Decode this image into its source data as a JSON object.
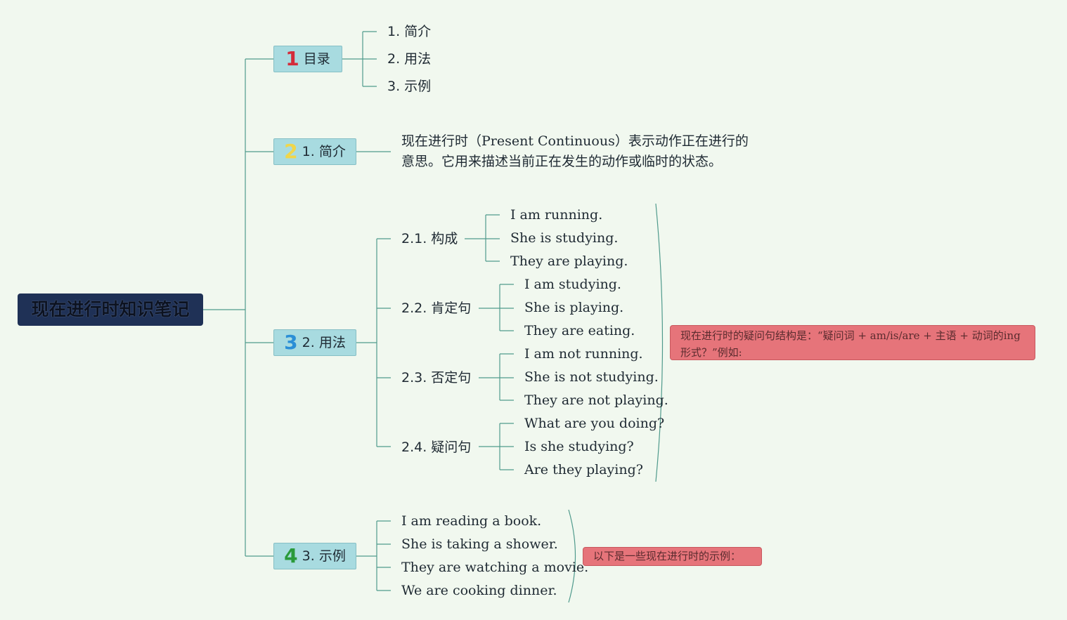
{
  "root": {
    "title": "现在进行时知识笔记"
  },
  "branches": [
    {
      "num": "1",
      "num_color": "#d42b3a",
      "label": "目录",
      "children": [
        "1. 简介",
        "2. 用法",
        "3. 示例"
      ]
    },
    {
      "num": "2",
      "num_color": "#f0d64a",
      "label": "1. 简介",
      "text": "现在进行时（Present Continuous）表示动作正在进行的意思。它用来描述当前正在发生的动作或临时的状态。"
    },
    {
      "num": "3",
      "num_color": "#2b8fd6",
      "label": "2. 用法",
      "groups": [
        {
          "label": "2.1. 构成",
          "items": [
            "I am running.",
            "She is studying.",
            "They are playing."
          ]
        },
        {
          "label": "2.2. 肯定句",
          "items": [
            "I am studying.",
            "She is playing.",
            "They are eating."
          ]
        },
        {
          "label": "2.3. 否定句",
          "items": [
            "I am not running.",
            "She is not studying.",
            "They are not playing."
          ]
        },
        {
          "label": "2.4. 疑问句",
          "items": [
            "What are you doing?",
            "Is she studying?",
            "Are they playing?"
          ]
        }
      ],
      "note": "现在进行时的疑问句结构是：“疑问词 + am/is/are + 主语 + 动词的ing形式？”例如:"
    },
    {
      "num": "4",
      "num_color": "#2a9a3a",
      "label": "3. 示例",
      "children": [
        "I am reading a book.",
        "She is taking a shower.",
        "They are watching a movie.",
        "We are cooking dinner."
      ],
      "note": "以下是一些现在进行时的示例："
    }
  ],
  "colors": {
    "background": "#f1f8ef",
    "line": "#4f9a8c",
    "branch_fill": "#a8dbe0",
    "root_fill": "#1f3156",
    "note_fill": "#e6747a"
  }
}
